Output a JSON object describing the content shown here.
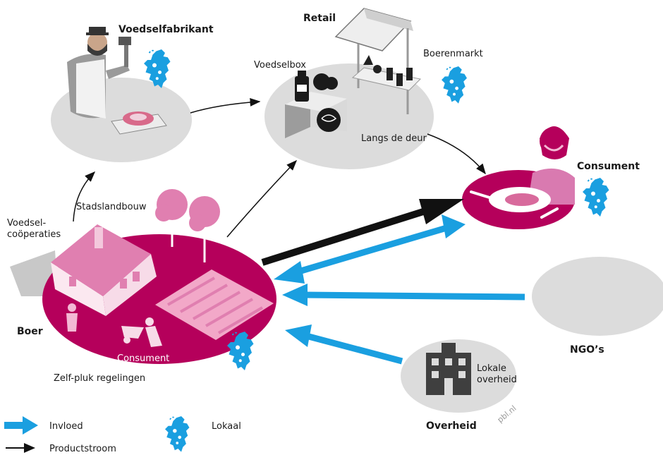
{
  "colors": {
    "magenta": "#b5005b",
    "pink": "#e07fb0",
    "grey_disc": "#dcdcdc",
    "blue": "#1a9fe0",
    "black": "#111111"
  },
  "labels": {
    "voedselfabrikant": "Voedselfabrikant",
    "retail": "Retail",
    "voedselbox": "Voedselbox",
    "boerenmarkt": "Boerenmarkt",
    "langs_de_deur": "Langs de deur",
    "consument_top": "Consument",
    "stadslandbouw": "Stadslandbouw",
    "voedsel_line1": "Voedsel-",
    "voedsel_line2": "coöperaties",
    "boer": "Boer",
    "consument_farm": "Consument",
    "zelfpluk": "Zelf-pluk regelingen",
    "ngos": "NGO’s",
    "lokale_line1": "Lokale",
    "lokale_line2": "overheid",
    "overheid": "Overheid",
    "watermark": "pbl.nl"
  },
  "legend": {
    "invloed": "Invloed",
    "productstroom": "Productstroom",
    "lokaal": "Lokaal"
  },
  "icons": {
    "local": "netherlands-map-icon"
  }
}
